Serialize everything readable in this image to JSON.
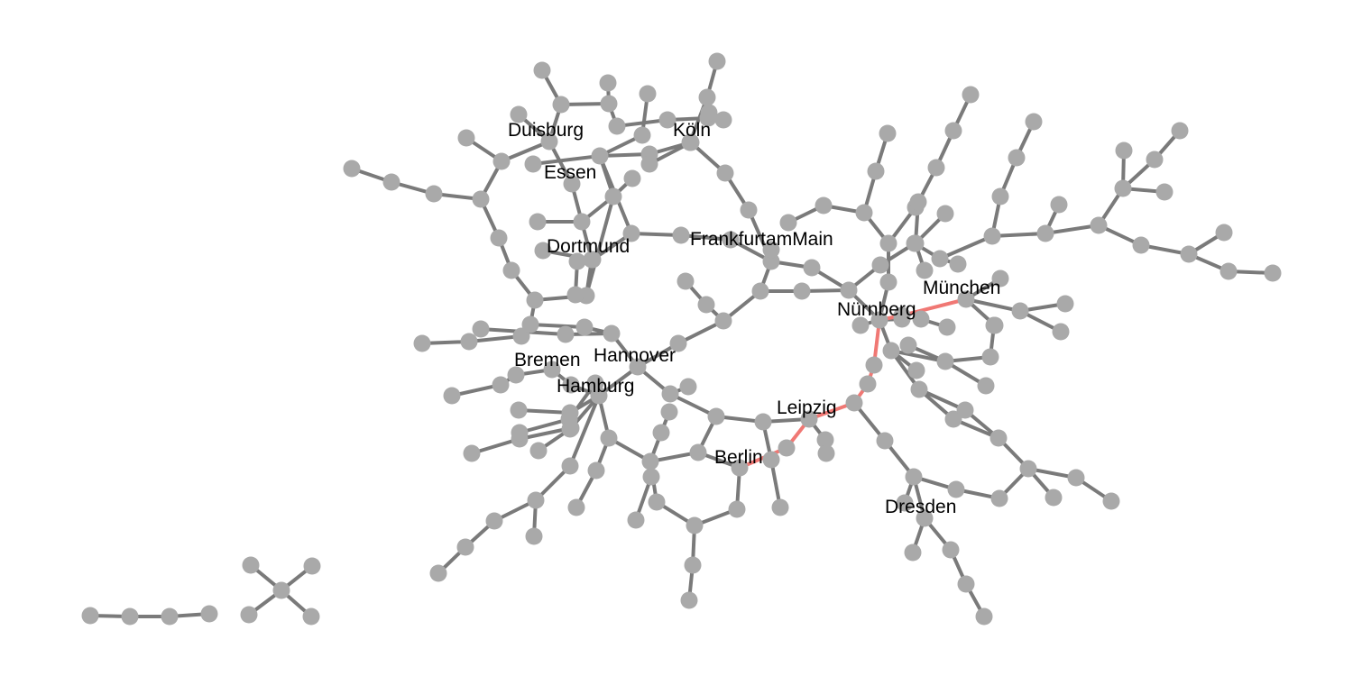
{
  "labels": {
    "hamburg": "Hamburg",
    "bremen": "Bremen",
    "hannover": "Hannover",
    "berlin": "Berlin",
    "leipzig": "Leipzig",
    "dresden": "Dresden",
    "dortmund": "Dortmund",
    "essen": "Essen",
    "duisburg": "Duisburg",
    "koeln": "Köln",
    "frankfurt": "FrankfurtamMain",
    "nuernberg": "Nürnberg",
    "muenchen": "München"
  },
  "colors": {
    "edge": "#7a7a7a",
    "highlight_edge": "#f07874",
    "node": "#a9a9a9",
    "background": "#ffffff"
  }
}
